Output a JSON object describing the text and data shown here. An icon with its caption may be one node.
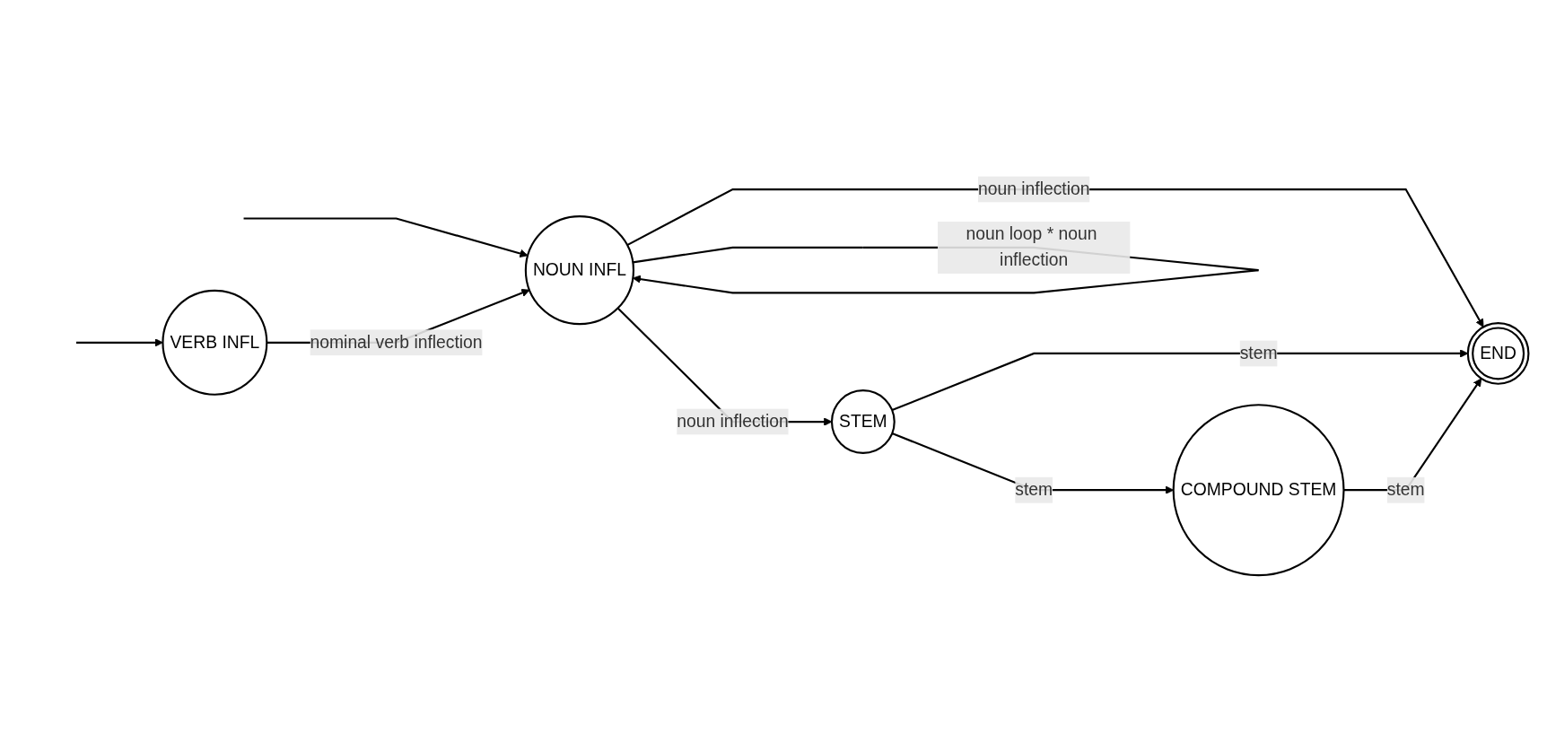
{
  "diagram": {
    "nodes": [
      {
        "text": [
          "VERB INFL"
        ]
      },
      {
        "text": [
          "NOUN INFL"
        ]
      },
      {
        "text": [
          "STEM"
        ]
      },
      {
        "text": [
          "COMPOUND STEM"
        ]
      },
      {
        "text": [
          "END"
        ]
      }
    ],
    "edges": [
      {
        "from": null,
        "to": 0,
        "arrow": "to"
      },
      {
        "from": null,
        "to": 1,
        "arrow": "to"
      },
      {
        "from": 0,
        "to": 1,
        "label": "nominal verb inflection",
        "arrow": "to"
      },
      {
        "from": 1,
        "to": 1,
        "label": "noun loop * noun inflection",
        "arrow": "to"
      },
      {
        "from": 1,
        "to": 2,
        "label": "noun inflection",
        "arrow": "to"
      },
      {
        "from": 1,
        "to": 4,
        "label": "noun inflection",
        "arrow": "to"
      },
      {
        "from": 2,
        "to": 3,
        "label": "stem",
        "arrow": "to"
      },
      {
        "from": 2,
        "to": 4,
        "label": "stem",
        "arrow": "to"
      },
      {
        "from": 3,
        "to": 4,
        "label": "stem",
        "arrow": "to"
      }
    ]
  }
}
